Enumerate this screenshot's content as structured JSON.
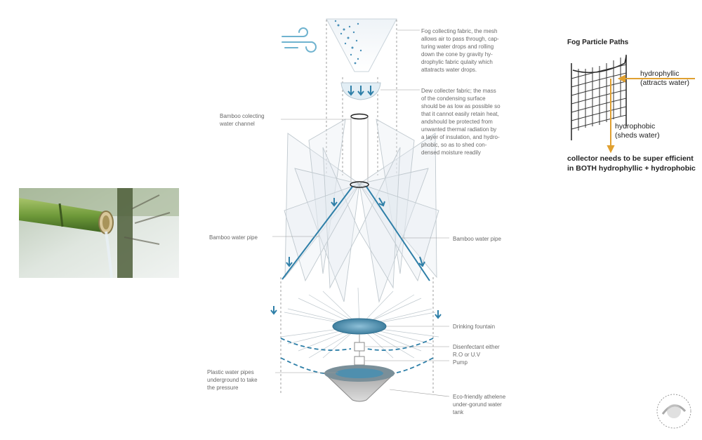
{
  "diagram": {
    "labels": {
      "fog_fabric": "Fog collecting fabric, the mesh allows air to pass through, capturing water drops and rolling down the  cone by gravity hydrophylic fabric qulaity which attatracts water drops.",
      "fog_fabric_lines": [
        "Fog collecting fabric, the mesh",
        "allows air to pass through, cap-",
        "turing water drops and rolling",
        "down the  cone by gravity hy-",
        "drophylic fabric qulaity which",
        "attatracts water drops."
      ],
      "dew_fabric_lines": [
        "Dew collecter fabric; the mass",
        "of the condensing surface",
        "should be as low as possible so",
        "that it cannot easily retain heat,",
        "andshould be protected from",
        "unwanted thermal radiation by",
        "a layer of insulation, and hydro-",
        "phobic, so as to shed con-",
        "densed moisture readily"
      ],
      "bamboo_channel_lines": [
        "Bamboo colecting",
        "water channel"
      ],
      "bamboo_pipe_left": "Bamboo water pipe",
      "bamboo_pipe_right": "Bamboo water pipe",
      "drinking_fountain": "Drinking fountain",
      "disinfectant_lines": [
        "Disenfectant either",
        "R.O or U.V"
      ],
      "pump": "Pump",
      "plastic_pipes_lines": [
        "Plastic water pipes",
        "underground to take",
        "the pressure"
      ],
      "tank_lines": [
        "Eco-friendly athelene",
        "under-gorund water",
        "tank"
      ]
    },
    "icons": [
      "wind-icon",
      "water-drop-arrow-icon"
    ]
  },
  "net_panel": {
    "title": "Fog Particle Paths",
    "hydrophyllic_lines": [
      "hydrophyllic",
      "(attracts water)"
    ],
    "hydrophobic_lines": [
      "hydrophobic",
      "(sheds water)"
    ],
    "note_lines": [
      "collector needs to be super efficient",
      "in BOTH hydrophyllic + hydrophobic"
    ],
    "colors": {
      "arrow": "#e0a030",
      "mesh": "#222222"
    }
  },
  "photo": {
    "subject": "bamboo-spout-photo"
  },
  "colors": {
    "pipe": "#2e7fa8",
    "fountain": "#5c9fc0",
    "text": "#6a6a6a"
  }
}
